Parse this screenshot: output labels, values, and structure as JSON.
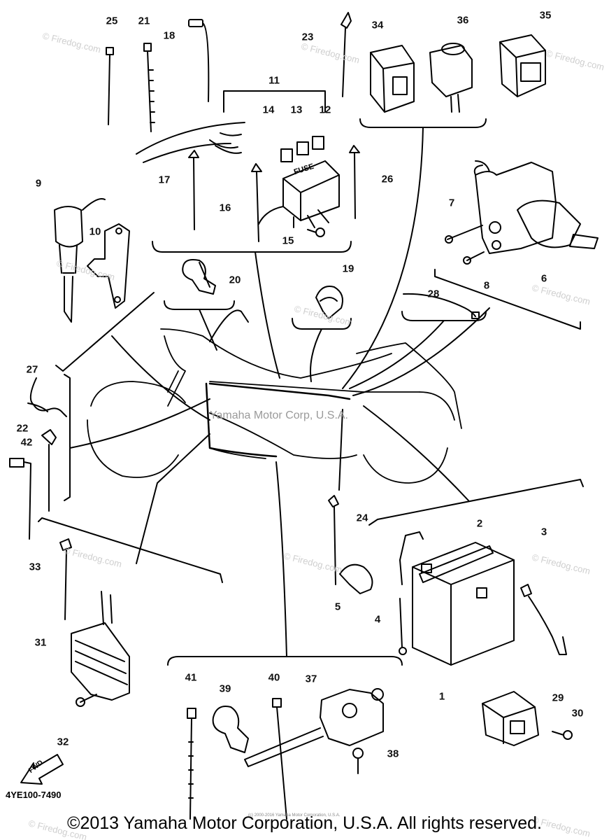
{
  "diagram": {
    "callouts": [
      "1",
      "2",
      "3",
      "4",
      "5",
      "6",
      "7",
      "8",
      "9",
      "10",
      "11",
      "12",
      "13",
      "14",
      "15",
      "16",
      "17",
      "18",
      "19",
      "20",
      "21",
      "22",
      "23",
      "24",
      "25",
      "26",
      "27",
      "28",
      "29",
      "30",
      "31",
      "32",
      "33",
      "34",
      "35",
      "36",
      "37",
      "38",
      "39",
      "40",
      "41",
      "42"
    ],
    "fuse_label": "FUSE",
    "center_watermark": "Yamaha Motor Corp, U.S.A.",
    "watermark_text": "© Firedog.com",
    "fwd_label": "FWD",
    "part_code": "4YE100-7490",
    "fine_print": "(c) 2000-2016 Yamaha Motor Corporation, U.S.A.",
    "copyright": "©2013 Yamaha Motor Corporation, U.S.A. All rights reserved."
  }
}
